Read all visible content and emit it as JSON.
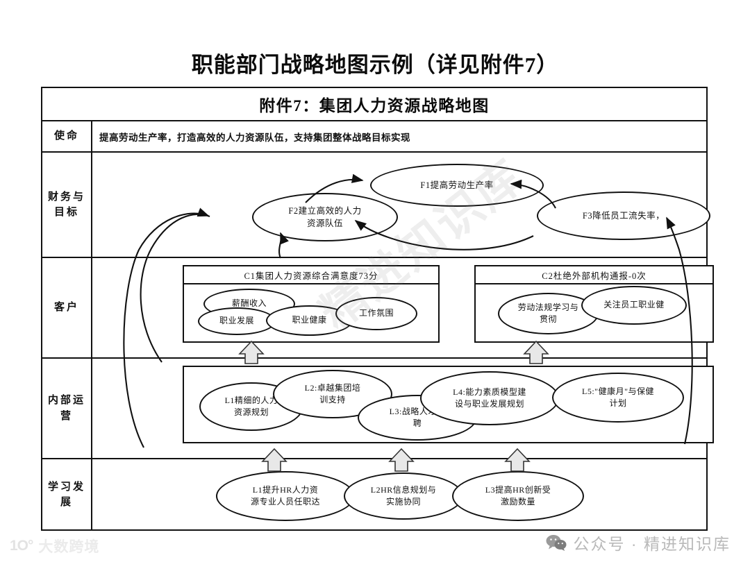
{
  "page": {
    "title": "职能部门战略地图示例（详见附件7）"
  },
  "map": {
    "subtitle": "附件7：集团人力资源战略地图",
    "mission_label": "使命",
    "mission_text": "提高劳动生产率，打造高效的人力资源队伍，支持集团整体战略目标实现",
    "rows": {
      "financial_label": "财务与\n目标",
      "customer_label": "客户",
      "internal_label": "内部运\n营",
      "learning_label": "学习发\n展"
    },
    "financial": {
      "f1": "F1提高劳动生产率",
      "f2": "F2建立高效的人力\n资源队伍",
      "f3": "F3降低员工流失率，"
    },
    "customer": {
      "c1_title": "C1集团人力资源综合满意度73分",
      "c1_nodes": [
        "薪酬收入",
        "职业发展",
        "职业健康",
        "工作氛围"
      ],
      "c2_title": "C2杜绝外部机构通报-0次",
      "c2_nodes": [
        "劳动法规学习与\n贯彻",
        "关注员工职业健"
      ]
    },
    "internal": {
      "nodes": [
        "L1精细的人力\n资源规划",
        "L2:卓越集团培\n训支持",
        "L3:战略人才招\n聘",
        "L4:能力素质模型建\n设与职业发展规划",
        "L5:\"健康月\"与保健\n计划"
      ]
    },
    "learning": {
      "nodes": [
        "L1提升HR人力资\n源专业人员任职达",
        "L2HR信息规划与\n实施协同",
        "L3提高HR创新受\n激励数量"
      ]
    },
    "colors": {
      "shadow": "#d9bd7e",
      "arrow_fill": "#e8e8e8",
      "line": "#111111"
    }
  },
  "watermarks": {
    "diagonal": "精进知识库",
    "bottom_left_logo": "1O°",
    "bottom_left": "大数跨境",
    "bottom_right": "公众号 · 精进知识库"
  }
}
